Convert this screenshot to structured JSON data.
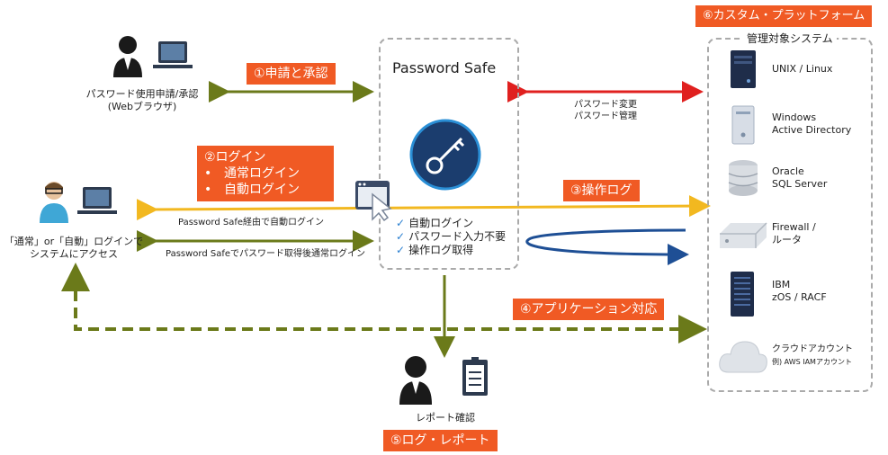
{
  "platform_label": "⑥カスタム・プラットフォーム",
  "managed_systems_title": "管理対象システム",
  "systems": [
    {
      "name": "unix",
      "line1": "UNIX / Linux",
      "line2": ""
    },
    {
      "name": "windows",
      "line1": "Windows",
      "line2": "Active Directory"
    },
    {
      "name": "oracle",
      "line1": "Oracle",
      "line2": "SQL Server"
    },
    {
      "name": "firewall",
      "line1": "Firewall /",
      "line2": "ルータ"
    },
    {
      "name": "ibm",
      "line1": "IBM",
      "line2": "zOS / RACF"
    },
    {
      "name": "cloud",
      "line1": "クラウドアカウント",
      "line2": "例) AWS IAMアカウント"
    }
  ],
  "password_safe_title": "Password Safe",
  "password_mgmt": [
    "パスワード変更",
    "パスワード管理"
  ],
  "features": [
    "自動ログイン",
    "パスワード入力不要",
    "操作ログ取得"
  ],
  "step1_label": "①申請と承認",
  "requester_caption": [
    "パスワード使用申請/承認",
    "(Webブラウザ)"
  ],
  "step2_label": "②ログイン",
  "step2_items": [
    "通常ログイン",
    "自動ログイン"
  ],
  "step3_label": "③操作ログ",
  "step4_label": "④アプリケーション対応",
  "step5_label": "⑤ログ・レポート",
  "auto_login_path": "Password Safe経由で自動ログイン",
  "normal_login_path": "Password Safeでパスワード取得後通常ログイン",
  "user_caption": [
    "「通常」or「自動」ログインで",
    "システムにアクセス"
  ],
  "report_caption": "レポート確認",
  "colors": {
    "orange": "#f05a24",
    "olive": "#6b7a1a",
    "red": "#e0201f",
    "yellow": "#f2b820",
    "blue": "#1e4f95",
    "key_circle": "#1b3d6e",
    "key_ring": "#2a8fd6"
  }
}
